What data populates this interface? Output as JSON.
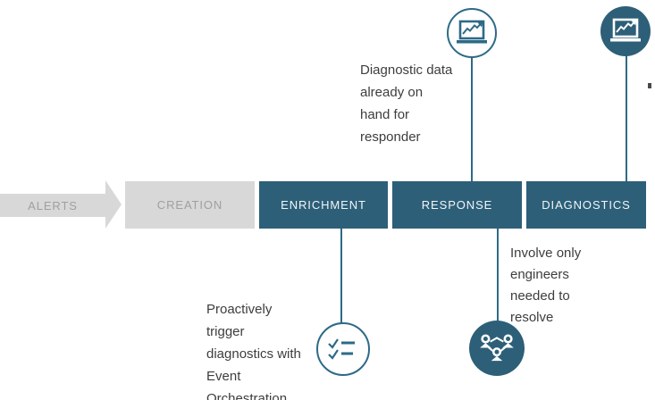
{
  "colors": {
    "stage_active": "#2d5f78",
    "stage_inactive": "#d8d8d8",
    "inactive_text": "#9f9f9f",
    "connector": "#2e6a85",
    "icon_outline": "#2d6a87",
    "note_text": "#3d3d3d"
  },
  "pipeline": {
    "alerts_label": "ALERTS",
    "stages": [
      {
        "label": "CREATION",
        "state": "inactive"
      },
      {
        "label": "ENRICHMENT",
        "state": "active"
      },
      {
        "label": "RESPONSE",
        "state": "active"
      },
      {
        "label": "DIAGNOSTICS",
        "state": "active"
      }
    ]
  },
  "annotations": {
    "diagnostic_data": "Diagnostic data\nalready on\nhand for\nresponder",
    "proactive_trigger": "Proactively\ntrigger\ndiagnostics with\nEvent\nOrchestration",
    "involve_engineers": "Involve only\nengineers\nneeded to\nresolve"
  },
  "icons": {
    "above_response": "laptop-chart-icon",
    "above_diagnostics": "laptop-chart-icon",
    "below_enrichment": "checklist-icon",
    "below_response": "people-network-icon"
  }
}
